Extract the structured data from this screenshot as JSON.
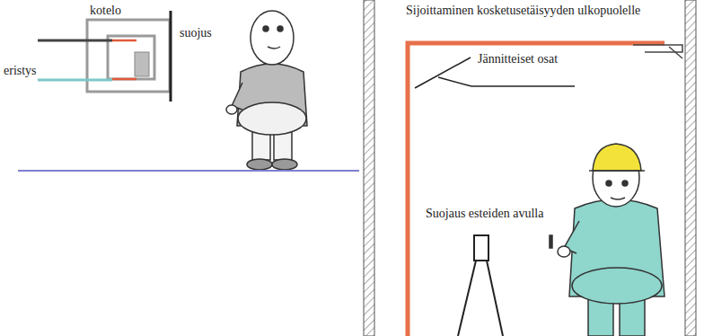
{
  "diagram": {
    "labels": [
      "kotelo",
      "eristys",
      "suojus",
      "Sijoittaminen kosketusetäisyyden ulkopuolelle",
      "Jännitteiset osat",
      "Suojaus esteiden avulla"
    ]
  }
}
